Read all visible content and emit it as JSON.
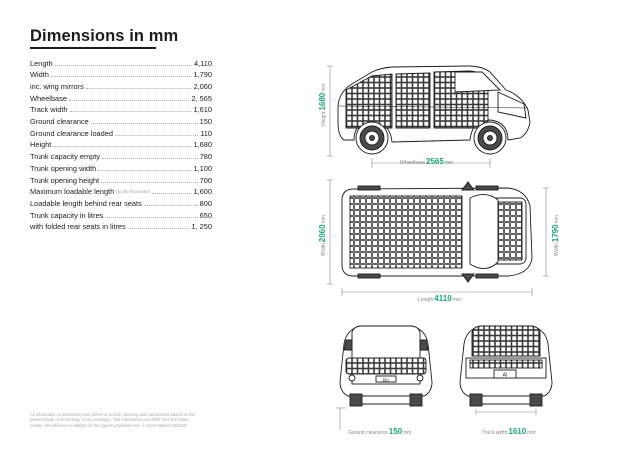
{
  "title": "Dimensions in mm",
  "specs": [
    {
      "label": "Length",
      "note": "",
      "value": "4,110"
    },
    {
      "label": "Width",
      "note": "",
      "value": "1,790"
    },
    {
      "label": "inc. wing mirrors",
      "note": "",
      "value": "2,060"
    },
    {
      "label": "Wheelbase",
      "note": "",
      "value": "2, 565"
    },
    {
      "label": "Track width",
      "note": "",
      "value": "1,610"
    },
    {
      "label": "Ground clearance",
      "note": "",
      "value": "150"
    },
    {
      "label": "Ground clearance loaded",
      "note": "",
      "value": "110"
    },
    {
      "label": "Height",
      "note": "",
      "value": "1,680"
    },
    {
      "label": "Trunk capacity empty",
      "note": "",
      "value": "780"
    },
    {
      "label": "Trunk opening width",
      "note": "",
      "value": "1,100"
    },
    {
      "label": "Trunk opening height",
      "note": "",
      "value": "700"
    },
    {
      "label": "Maximum loadable length",
      "note": "(to the first seats)",
      "value": "1,600"
    },
    {
      "label": "Loadable length behind rear seats",
      "note": "",
      "value": "800"
    },
    {
      "label": "Trunk capacity in litres",
      "note": "",
      "value": "650"
    },
    {
      "label": "with folded rear seats in litres",
      "note": "",
      "value": "1, 250"
    }
  ],
  "disclaimer": "All information is preliminary and refers to vehicle planning and calculations based on the present state of technology of our prototype. The information can differ from the future results. We assume no liability for the figures provided here. © Sono Motors 03/2018",
  "dims": {
    "height": {
      "label": "Height",
      "value": "1680",
      "unit": "mm"
    },
    "wheelbase": {
      "label": "Wheelbase",
      "value": "2565",
      "unit": "mm"
    },
    "width_mirrors": {
      "label": "Width",
      "value": "2060",
      "unit": "mm"
    },
    "width": {
      "label": "Width",
      "value": "1790",
      "unit": "mm"
    },
    "length": {
      "label": "Length",
      "value": "4110",
      "unit": "mm"
    },
    "ground_clearance": {
      "label": "Ground clearance",
      "value": "150",
      "unit": "mm"
    },
    "track_width": {
      "label": "Track width",
      "value": "1610",
      "unit": "mm"
    }
  },
  "colors": {
    "accent": "#1fa37a",
    "ink": "#1d1d1b",
    "muted": "#8a8a8a"
  },
  "front_plate": "BA",
  "rear_plate": "AI"
}
